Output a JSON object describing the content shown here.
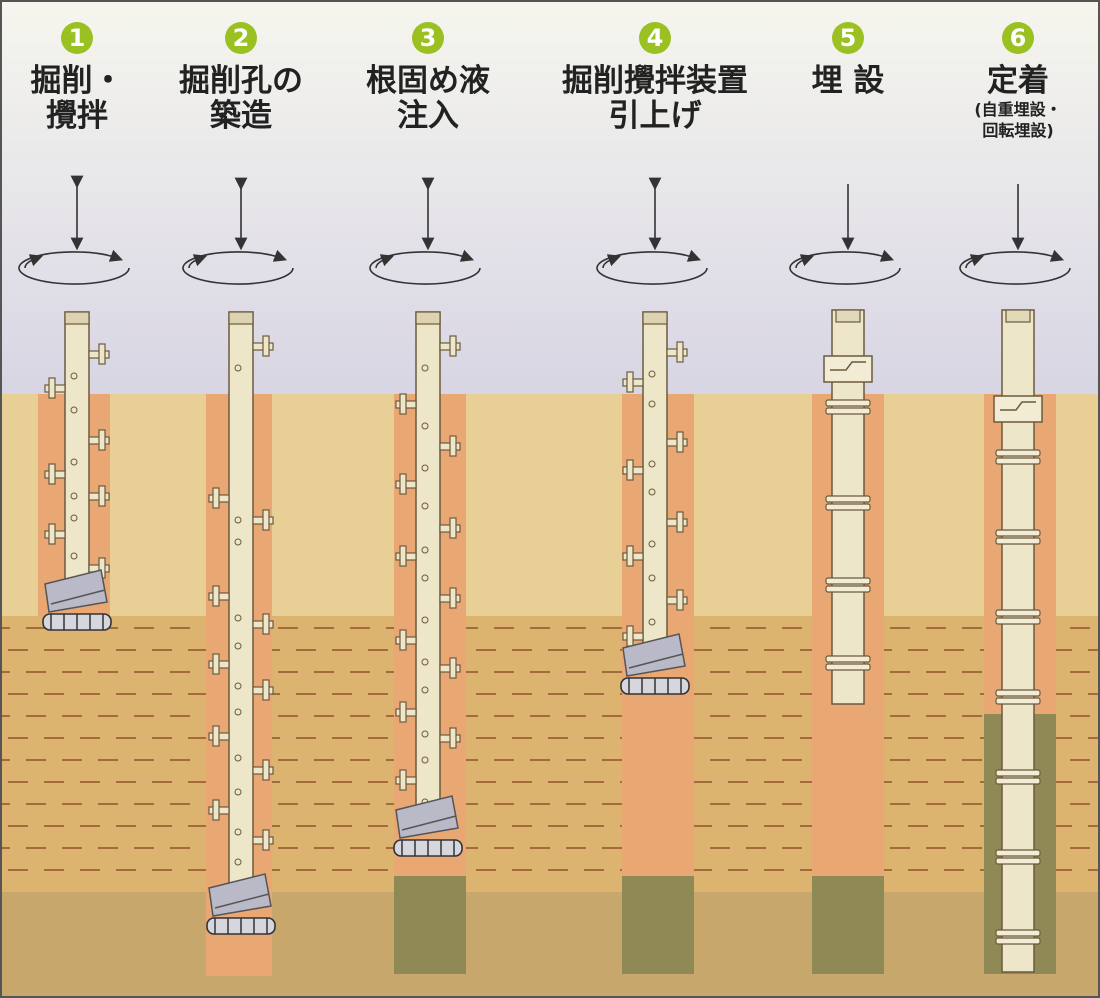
{
  "steps": [
    {
      "number": "1",
      "label": "掘削・\n攪拌",
      "sub": ""
    },
    {
      "number": "2",
      "label": "掘削孔の\n築造",
      "sub": ""
    },
    {
      "number": "3",
      "label": "根固め液\n注入",
      "sub": ""
    },
    {
      "number": "4",
      "label": "掘削攪拌装置\n引上げ",
      "sub": ""
    },
    {
      "number": "5",
      "label": "埋 設",
      "sub": ""
    },
    {
      "number": "6",
      "label": "定着",
      "sub": "(自重埋設・\n回転埋設)"
    }
  ],
  "colors": {
    "badge": "#9bc021",
    "sky_top": "#f6f6ee",
    "sky_bottom": "#d8d5e4",
    "soil_upper": "#e8cf96",
    "soil_middle": "#dcb36f",
    "soil_lower": "#c7a76b",
    "borehole": "#e9a774",
    "cement": "#8f8a55",
    "pile": "#eee6c8"
  },
  "icons": [
    "rotation-arrow-icon",
    "vertical-arrow-icon",
    "auger-rod-icon",
    "auger-bit-icon",
    "concrete-pile-icon"
  ]
}
